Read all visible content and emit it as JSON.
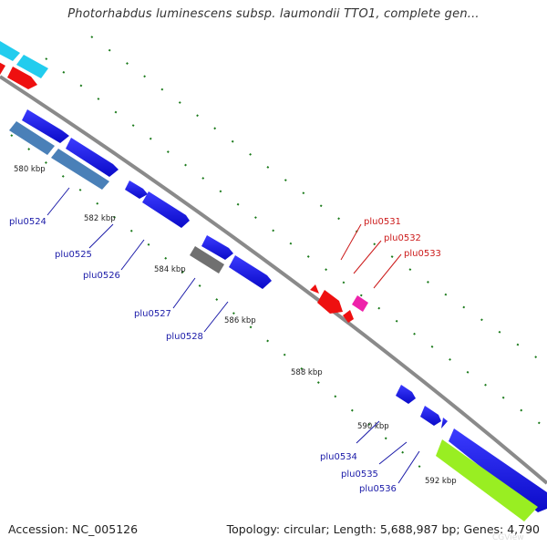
{
  "title": "Photorhabdus luminescens subsp. laumondii TTO1, complete gen...",
  "accession": "Accession: NC_005126",
  "summary": "Topology: circular; Length: 5,688,987 bp; Genes: 4,790",
  "watermark": "CGView",
  "kbp_labels": [
    "580 kbp",
    "582 kbp",
    "584 kbp",
    "586 kbp",
    "588 kbp",
    "590 kbp",
    "592 kbp"
  ],
  "gene_labels": {
    "plu0524": "plu0524",
    "plu0525": "plu0525",
    "plu0526": "plu0526",
    "plu0527": "plu0527",
    "plu0528": "plu0528",
    "plu0531": "plu0531",
    "plu0532": "plu0532",
    "plu0533": "plu0533",
    "plu0534": "plu0534",
    "plu0535": "plu0535",
    "plu0536": "plu0536"
  },
  "colors": {
    "forward_cds": "#1010ee",
    "reverse_cds": "#ee1010",
    "backbone": "#8a8a8a",
    "ticks": "#1a7a1a",
    "rna": "#4a80b8",
    "other": "#707070",
    "pink": "#ee22aa",
    "cyan": "#22ccee",
    "lime": "#99ee22"
  }
}
